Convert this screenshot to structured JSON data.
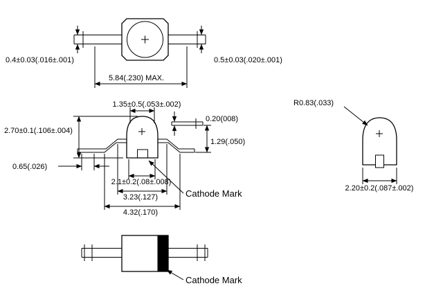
{
  "top_view": {
    "lead_thickness_left": "0.4±0.03(.016±.001)",
    "lead_thickness_right": "0.5±0.03(.020±.001)",
    "overall_length": "5.84(.230) MAX."
  },
  "front_view": {
    "top_width": "1.35±0.5(.053±.002)",
    "lead_thickness": "0.20(008)",
    "overall_height": "2.70±0.1(.106±.004)",
    "lead_height": "1.29(.050)",
    "foot_length": "0.65(.026)",
    "base_width": "2.1±0.2(.08±.008)",
    "bend_span": "3.23(.127)",
    "lead_span": "4.32(.170)",
    "cathode_mark": "Cathode Mark"
  },
  "side_view": {
    "dome_radius": "R0.83(.033)",
    "body_width": "2.20±0.2(.087±.002)"
  },
  "bottom_view": {
    "cathode_mark": "Cathode Mark"
  },
  "colors": {
    "line": "#000000",
    "background": "#ffffff",
    "cathode_band": "#000000"
  }
}
